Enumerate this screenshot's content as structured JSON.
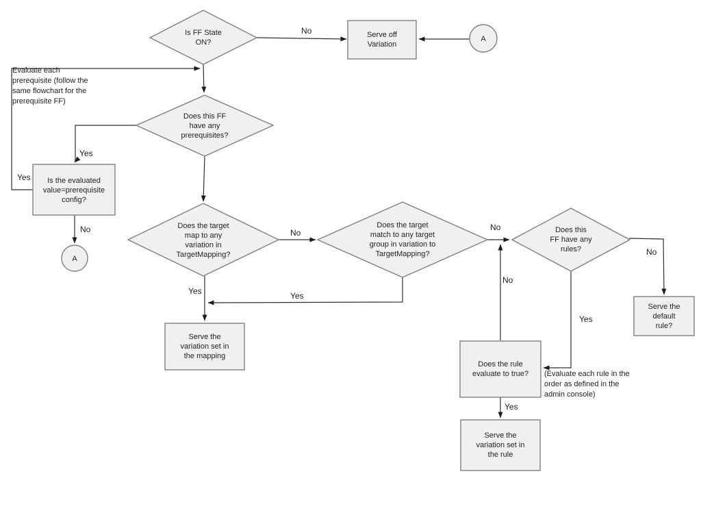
{
  "flowchart": {
    "nodes": {
      "ff_state": {
        "label": "Is FF State\nON?"
      },
      "serve_off_variation": {
        "label": "Serve off\nVariation"
      },
      "connector_a_top": {
        "label": "A"
      },
      "has_prerequisites": {
        "label": "Does this FF\nhave any\nprerequisites?"
      },
      "evaluated_value": {
        "label": "Is the evaluated\nvalue=prerequisite\nconfig?"
      },
      "connector_a_left": {
        "label": "A"
      },
      "target_mapping": {
        "label": "Does the target\nmap to any\nvariation in\nTargetMapping?"
      },
      "target_group": {
        "label": "Does the target\nmatch to any target\ngroup in variation to\nTargetMapping?"
      },
      "has_rules": {
        "label": "Does this\nFF have any\nrules?"
      },
      "serve_mapping_variation": {
        "label": "Serve the\nvariation set in\nthe mapping"
      },
      "rule_evaluates_true": {
        "label": "Does the rule\nevaluate to true?"
      },
      "serve_rule_variation": {
        "label": "Serve the\nvariation set in\nthe rule"
      },
      "serve_default_rule": {
        "label": "Serve the\ndefault rule?"
      }
    },
    "edge_labels": {
      "ff_state_no": "No",
      "prereq_loop_yes": "Yes",
      "has_prereqs_yes": "Yes",
      "evaluated_no": "No",
      "target_mapping_no": "No",
      "target_mapping_yes": "Yes",
      "target_group_no": "No",
      "target_group_yes": "Yes",
      "rule_eval_no": "No",
      "has_rules_no": "No",
      "has_rules_yes": "Yes",
      "rule_eval_yes": "Yes"
    },
    "annotations": {
      "prerequisite_note": "Evaluate each\nprerequisite (follow the\nsame flowchart for the\nprerequisite FF)",
      "rules_note": "(Evaluate each rule in the\norder as defined in the\nadmin console)"
    },
    "colors": {
      "background": "#ffffff",
      "shape_fill": "#f0f0f0",
      "shape_border": "#7f7f7f",
      "connector": "#2e2e2e",
      "text": "#1f1f1f"
    }
  }
}
